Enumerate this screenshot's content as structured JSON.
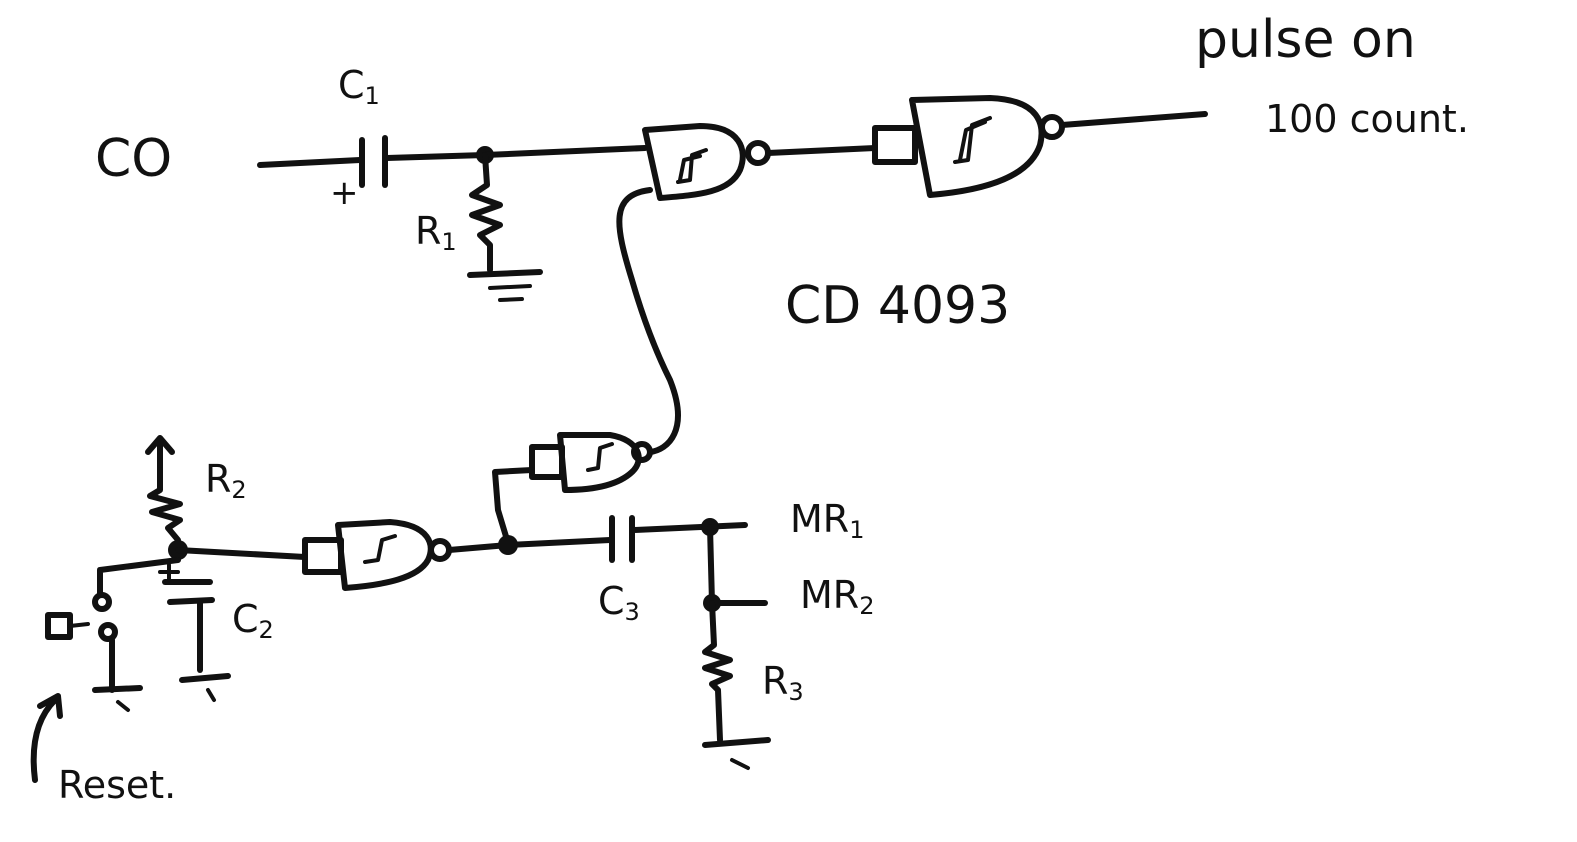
{
  "labels": {
    "co": "CO",
    "c1": "C",
    "c1_sub": "1",
    "r1": "R",
    "r1_sub": "1",
    "ic": "CD 4093",
    "output_line1": "pulse on",
    "output_line2": "100 count.",
    "r2": "R",
    "r2_sub": "2",
    "c2": "C",
    "c2_sub": "2",
    "c3": "C",
    "c3_sub": "3",
    "mr1": "MR",
    "mr1_sub": "1",
    "mr2": "MR",
    "mr2_sub": "2",
    "r3": "R",
    "r3_sub": "3",
    "reset": "Reset.",
    "plus": "+"
  }
}
